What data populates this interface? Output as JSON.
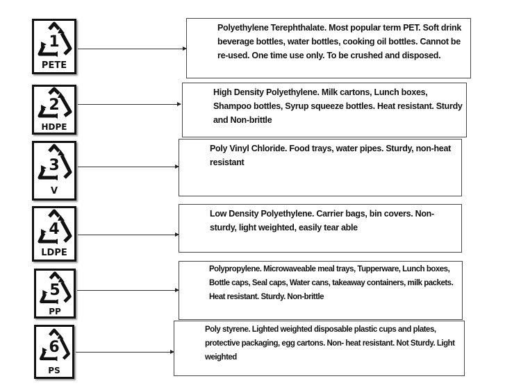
{
  "diagram": {
    "title": "",
    "codes": [
      {
        "number": "1",
        "abbr": "PETE",
        "description": "Polyethylene Terephthalate.  Most popular term PET. Soft drink beverage bottles, water bottles, cooking oil bottles. Cannot be re-used.  One time use only. To be crushed and disposed."
      },
      {
        "number": "2",
        "abbr": "HDPE",
        "description": "High Density Polyethylene. Milk cartons, Lunch boxes, Shampoo bottles, Syrup squeeze bottles. Heat resistant. Sturdy and Non-brittle"
      },
      {
        "number": "3",
        "abbr": "V",
        "description": "Poly Vinyl Chloride.  Food trays, water pipes. Sturdy, non-heat resistant"
      },
      {
        "number": "4",
        "abbr": "LDPE",
        "description": "Low Density Polyethylene. Carrier bags, bin covers. Non-sturdy, light weighted, easily tear able"
      },
      {
        "number": "5",
        "abbr": "PP",
        "description": "Polypropylene. Microwaveable meal trays, Tupperware, Lunch boxes, Bottle caps, Seal caps, Water cans, takeaway containers, milk packets.  Heat resistant. Sturdy. Non-brittle"
      },
      {
        "number": "6",
        "abbr": "PS",
        "description": "Poly styrene. Lighted weighted disposable plastic cups and plates, protective packaging, egg cartons. Non- heat resistant. Not Sturdy. Light weighted"
      }
    ],
    "icon_semantic": "recycle-triangle-icon",
    "colors": {
      "ink": "#111111",
      "border": "#444444",
      "background": "#ffffff"
    }
  }
}
